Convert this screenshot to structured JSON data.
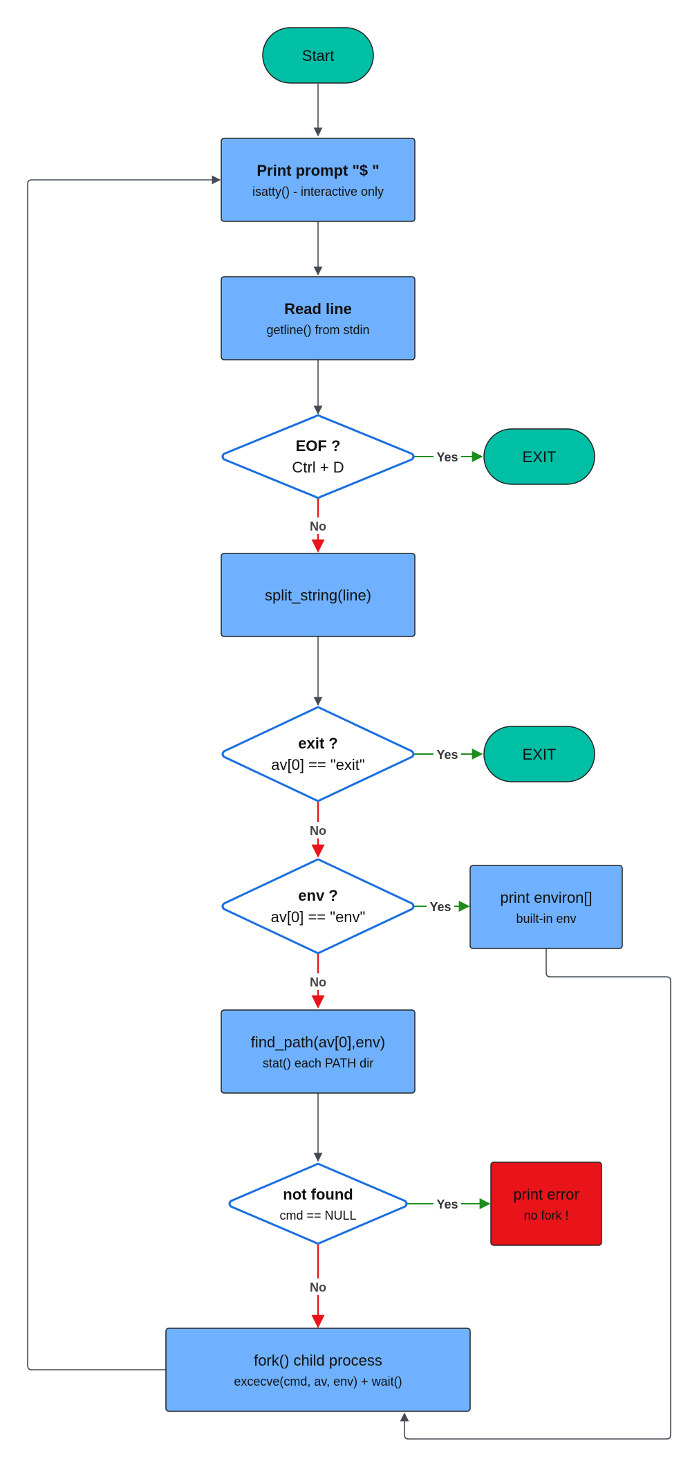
{
  "nodes": {
    "start": {
      "label": "Start"
    },
    "print_prompt": {
      "title": "Print prompt \"$ \"",
      "subtitle": "isatty() - interactive only"
    },
    "read_line": {
      "title": "Read line",
      "subtitle": "getline() from stdin"
    },
    "eof_check": {
      "title": "EOF ?",
      "subtitle": "Ctrl + D"
    },
    "exit_1": {
      "label": "EXIT"
    },
    "split_string": {
      "title": "split_string(line)"
    },
    "exit_check": {
      "title": "exit ?",
      "subtitle": "av[0] == \"exit\""
    },
    "exit_2": {
      "label": "EXIT"
    },
    "env_check": {
      "title": "env ?",
      "subtitle": "av[0] == \"env\""
    },
    "print_environ": {
      "title": "print environ[]",
      "subtitle": "built-in env"
    },
    "find_path": {
      "title": "find_path(av[0],env)",
      "subtitle": "stat() each PATH dir"
    },
    "not_found_check": {
      "title": "not found",
      "subtitle": "cmd == NULL"
    },
    "print_error": {
      "title": "print error",
      "subtitle": "no fork !"
    },
    "fork_child": {
      "title": "fork() child process",
      "subtitle": "excecve(cmd, av, env) + wait()"
    }
  },
  "edge_labels": {
    "eof_yes": "Yes",
    "eof_no": "No",
    "exit_yes": "Yes",
    "exit_no": "No",
    "env_yes": "Yes",
    "env_no": "No",
    "notfound_yes": "Yes",
    "notfound_no": "No"
  },
  "colors": {
    "terminal": "#00BFA5",
    "process": "#6FB1FF",
    "decision_border": "#1A6FE0",
    "error": "#E8141A",
    "yes_arrow": "#1E8C1E",
    "no_arrow": "#E8141A",
    "flow_arrow": "#444B55"
  }
}
